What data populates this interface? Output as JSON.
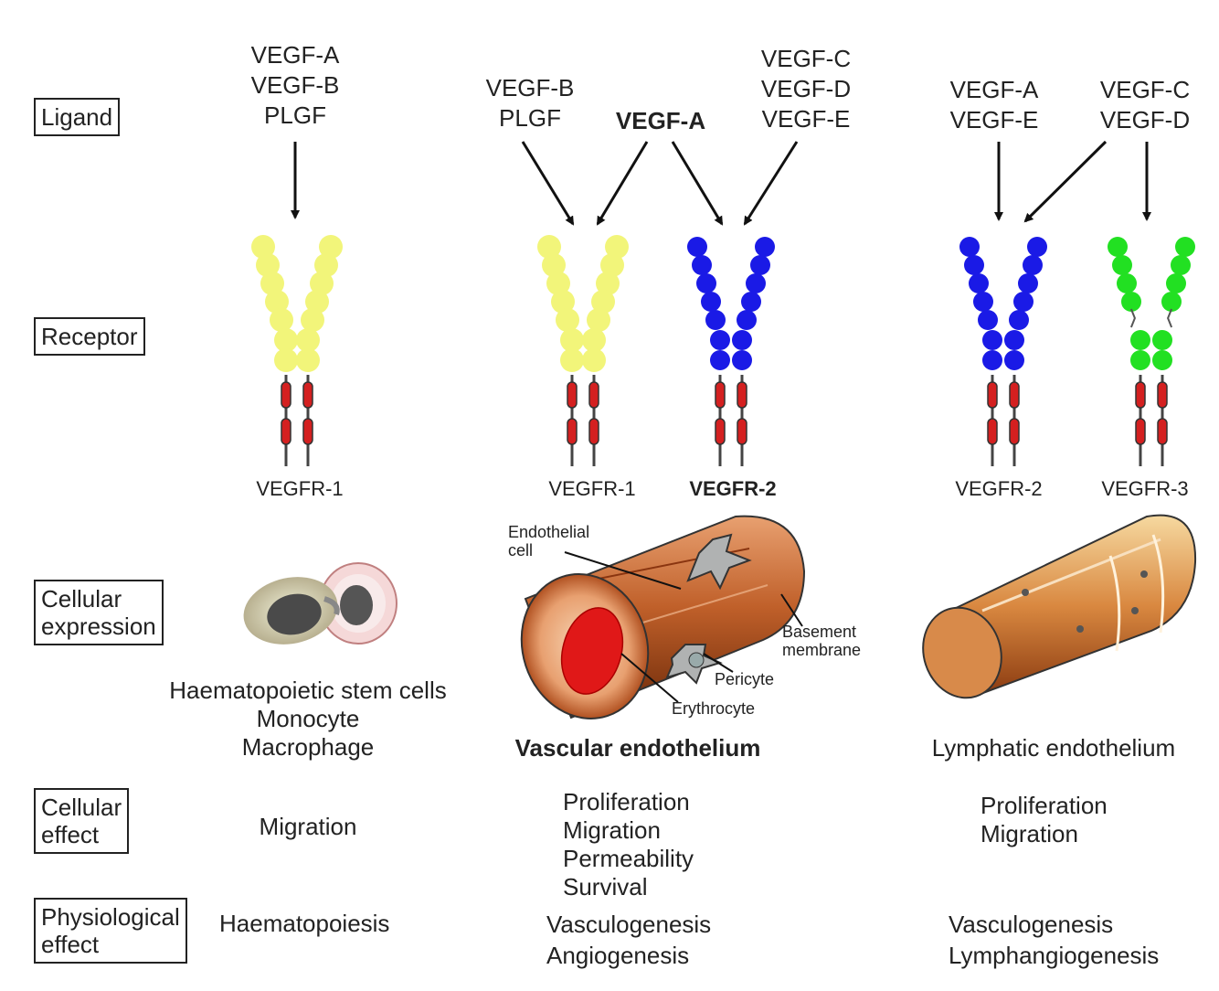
{
  "row_labels": {
    "ligand": "Ligand",
    "receptor": "Receptor",
    "cellular_expression": [
      "Cellular",
      "expression"
    ],
    "cellular_effect": [
      "Cellular",
      "effect"
    ],
    "physiological_effect": [
      "Physiological",
      "effect"
    ]
  },
  "ligands": {
    "col1": [
      "VEGF-A",
      "VEGF-B",
      "PLGF"
    ],
    "col2_left": [
      "VEGF-B",
      "PLGF"
    ],
    "col2_center": "VEGF-A",
    "col2_right": [
      "VEGF-C",
      "VEGF-D",
      "VEGF-E"
    ],
    "col3_left": [
      "VEGF-A",
      "VEGF-E"
    ],
    "col3_right": [
      "VEGF-C",
      "VEGF-D"
    ]
  },
  "receptors": {
    "r1": "VEGFR-1",
    "r2": "VEGFR-1",
    "r3": "VEGFR-2",
    "r4": "VEGFR-2",
    "r5": "VEGFR-3"
  },
  "vessel_labels": {
    "endothelial": [
      "Endothelial",
      "cell"
    ],
    "basement": [
      "Basement",
      "membrane"
    ],
    "pericyte": "Pericyte",
    "erythrocyte": "Erythrocyte"
  },
  "expression": {
    "col1": [
      "Haematopoietic stem cells",
      "Monocyte",
      "Macrophage"
    ],
    "col2": "Vascular endothelium",
    "col3": "Lymphatic endothelium"
  },
  "cellular_effect": {
    "col1": [
      "Migration"
    ],
    "col2": [
      "Proliferation",
      "Migration",
      "Permeability",
      "Survival"
    ],
    "col3": [
      "Proliferation",
      "Migration"
    ]
  },
  "physiological_effect": {
    "col1": [
      "Haematopoiesis"
    ],
    "col2": [
      "Vasculogenesis",
      "Angiogenesis"
    ],
    "col3": [
      "Vasculogenesis",
      "Lymphangiogenesis"
    ]
  },
  "colors": {
    "vegfr1": "#f2f57a",
    "vegfr2": "#1a1ae6",
    "vegfr3": "#22e022",
    "transmembrane": "#d42020",
    "vessel": "#b8501c",
    "erythrocyte": "#e01818",
    "pericyte": "#aeb0b0"
  }
}
